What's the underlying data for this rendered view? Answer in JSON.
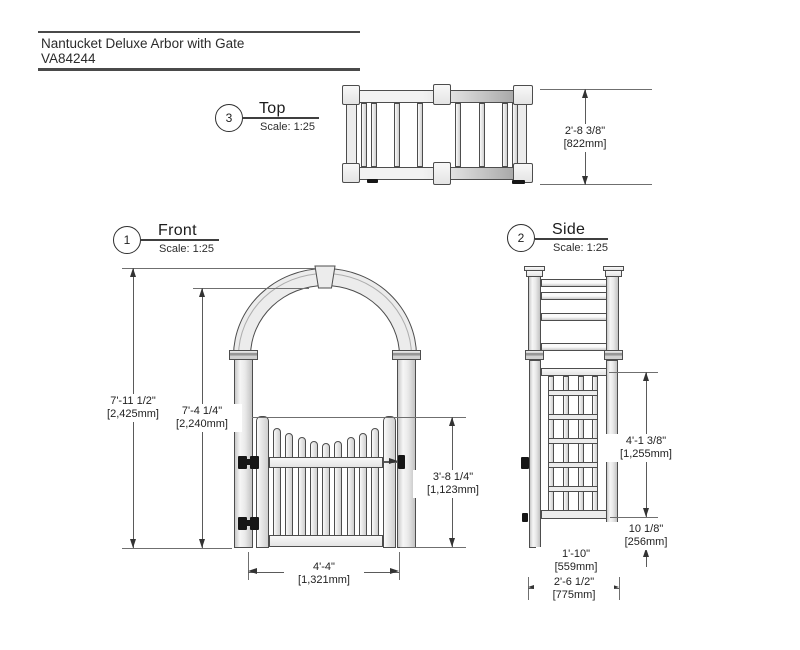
{
  "title_block": {
    "product_name": "Nantucket Deluxe Arbor with Gate",
    "model_number": "VA84244"
  },
  "views": {
    "top": {
      "number": "3",
      "label": "Top",
      "scale": "Scale: 1:25",
      "dims": {
        "overall_depth": {
          "imperial": "2'-8 3/8\"",
          "metric": "[822mm]"
        }
      }
    },
    "front": {
      "number": "1",
      "label": "Front",
      "scale": "Scale: 1:25",
      "dims": {
        "overall_height": {
          "imperial": "7'-11 1/2\"",
          "metric": "[2,425mm]"
        },
        "height_under_arch": {
          "imperial": "7'-4 1/4\"",
          "metric": "[2,240mm]"
        },
        "gate_height": {
          "imperial": "3'-8 1/4\"",
          "metric": "[1,123mm]"
        },
        "post_spacing": {
          "imperial": "4'-4\"",
          "metric": "[1,321mm]"
        }
      }
    },
    "side": {
      "number": "2",
      "label": "Side",
      "scale": "Scale: 1:25",
      "dims": {
        "side_panel_height": {
          "imperial": "4'-1 3/8\"",
          "metric": "[1,255mm]"
        },
        "bottom_clearance": {
          "imperial": "10 1/8\"",
          "metric": "[256mm]"
        },
        "post_inner_spacing": {
          "imperial": "1'-10\"",
          "metric": "[559mm]"
        },
        "overall_depth": {
          "imperial": "2'-6 1/2\"",
          "metric": "[775mm]"
        }
      }
    }
  },
  "colors": {
    "line": "#4d4d4d",
    "dimension_line": "#5a5a5a",
    "text": "#2b2b2b",
    "fill_light": "#ececec",
    "hardware_black": "#161616"
  }
}
